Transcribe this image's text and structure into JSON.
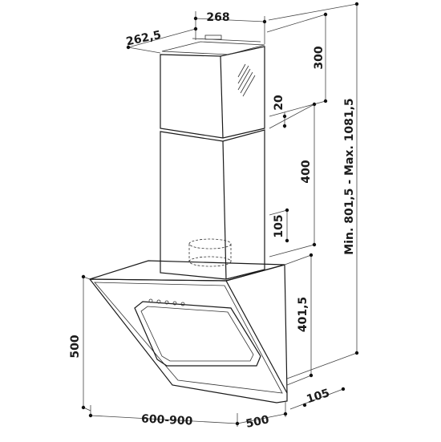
{
  "labels": {
    "top_width": "268",
    "top_depth": "262,5",
    "chimney_upper_height": "300",
    "overlap": "20",
    "chimney_lower_height": "400",
    "outlet_height": "105",
    "canopy_height": "401,5",
    "total_height": "Min. 801,5 - Max. 1081,5",
    "side_height": "500",
    "bottom_depth": "105",
    "front_width": "600-900",
    "base_depth": "500"
  },
  "colors": {
    "ink": "#1a1a1a",
    "dimension": "#444444"
  }
}
